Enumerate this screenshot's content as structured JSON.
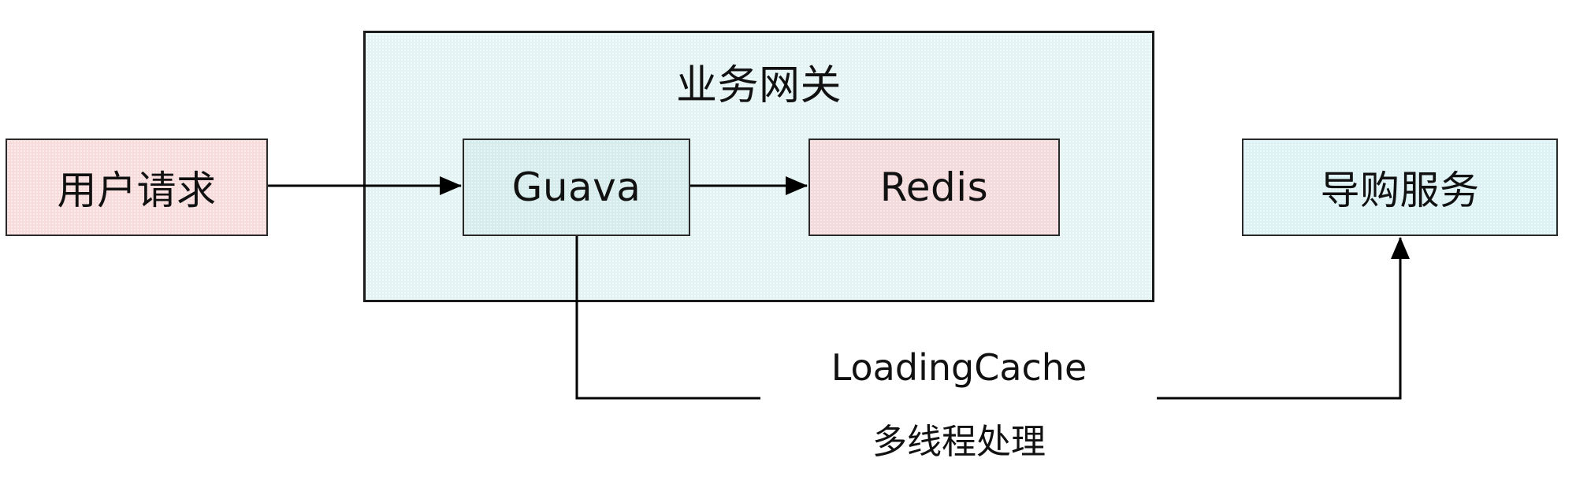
{
  "nodes": {
    "user_request": "用户请求",
    "gateway": "业务网关",
    "guava": "Guava",
    "redis": "Redis",
    "shopping_service": "导购服务"
  },
  "edge_labels": {
    "loading_cache": "LoadingCache",
    "multithread": "多线程处理"
  },
  "colors": {
    "gateway_fill": "#e4f4f4",
    "user_request_fill": "#f8dcdc",
    "guava_fill": "#d6ecec",
    "redis_fill": "#f4dada",
    "service_fill": "#dcf2f4",
    "line": "#000000"
  }
}
